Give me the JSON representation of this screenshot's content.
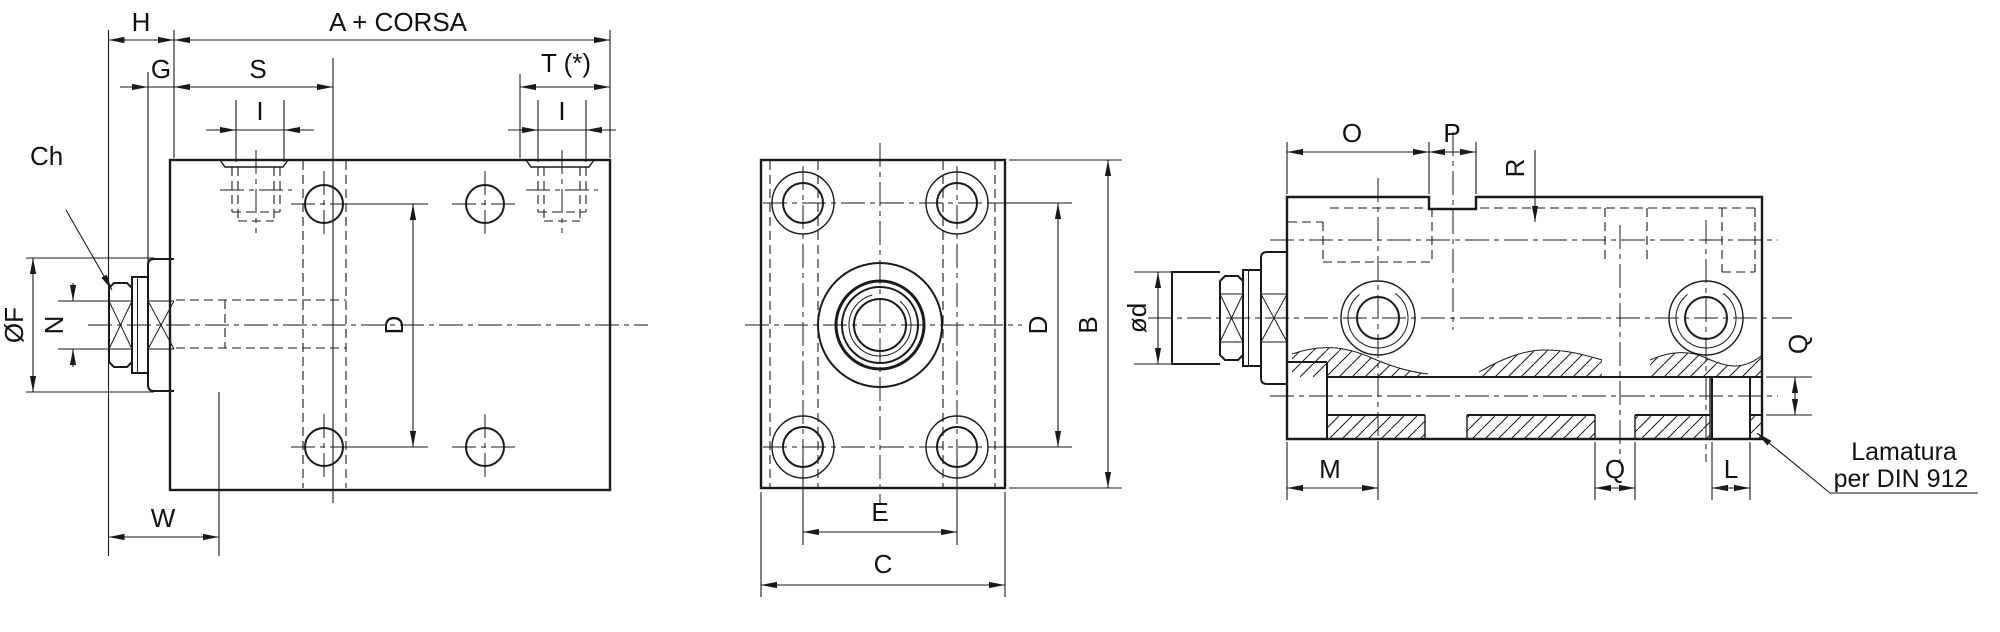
{
  "colors": {
    "line": "#1a1a1a",
    "background": "#ffffff"
  },
  "views": {
    "side": {
      "dims": {
        "h": "H",
        "a_corsa": "A + CORSA",
        "g": "G",
        "s": "S",
        "t": "T (*)",
        "i_left": "I",
        "i_right": "I",
        "d": "D",
        "w": "W",
        "f": "ØF",
        "n": "N",
        "ch": "Ch"
      }
    },
    "front": {
      "dims": {
        "e": "E",
        "c": "C",
        "d": "D",
        "b": "B"
      }
    },
    "section": {
      "dims": {
        "o": "O",
        "p": "P",
        "r": "R",
        "d_rod": "ød",
        "m": "M",
        "q_bottom": "Q",
        "q_right": "Q",
        "l": "L"
      },
      "note": {
        "line1": "Lamatura",
        "line2": "per DIN 912"
      }
    }
  }
}
